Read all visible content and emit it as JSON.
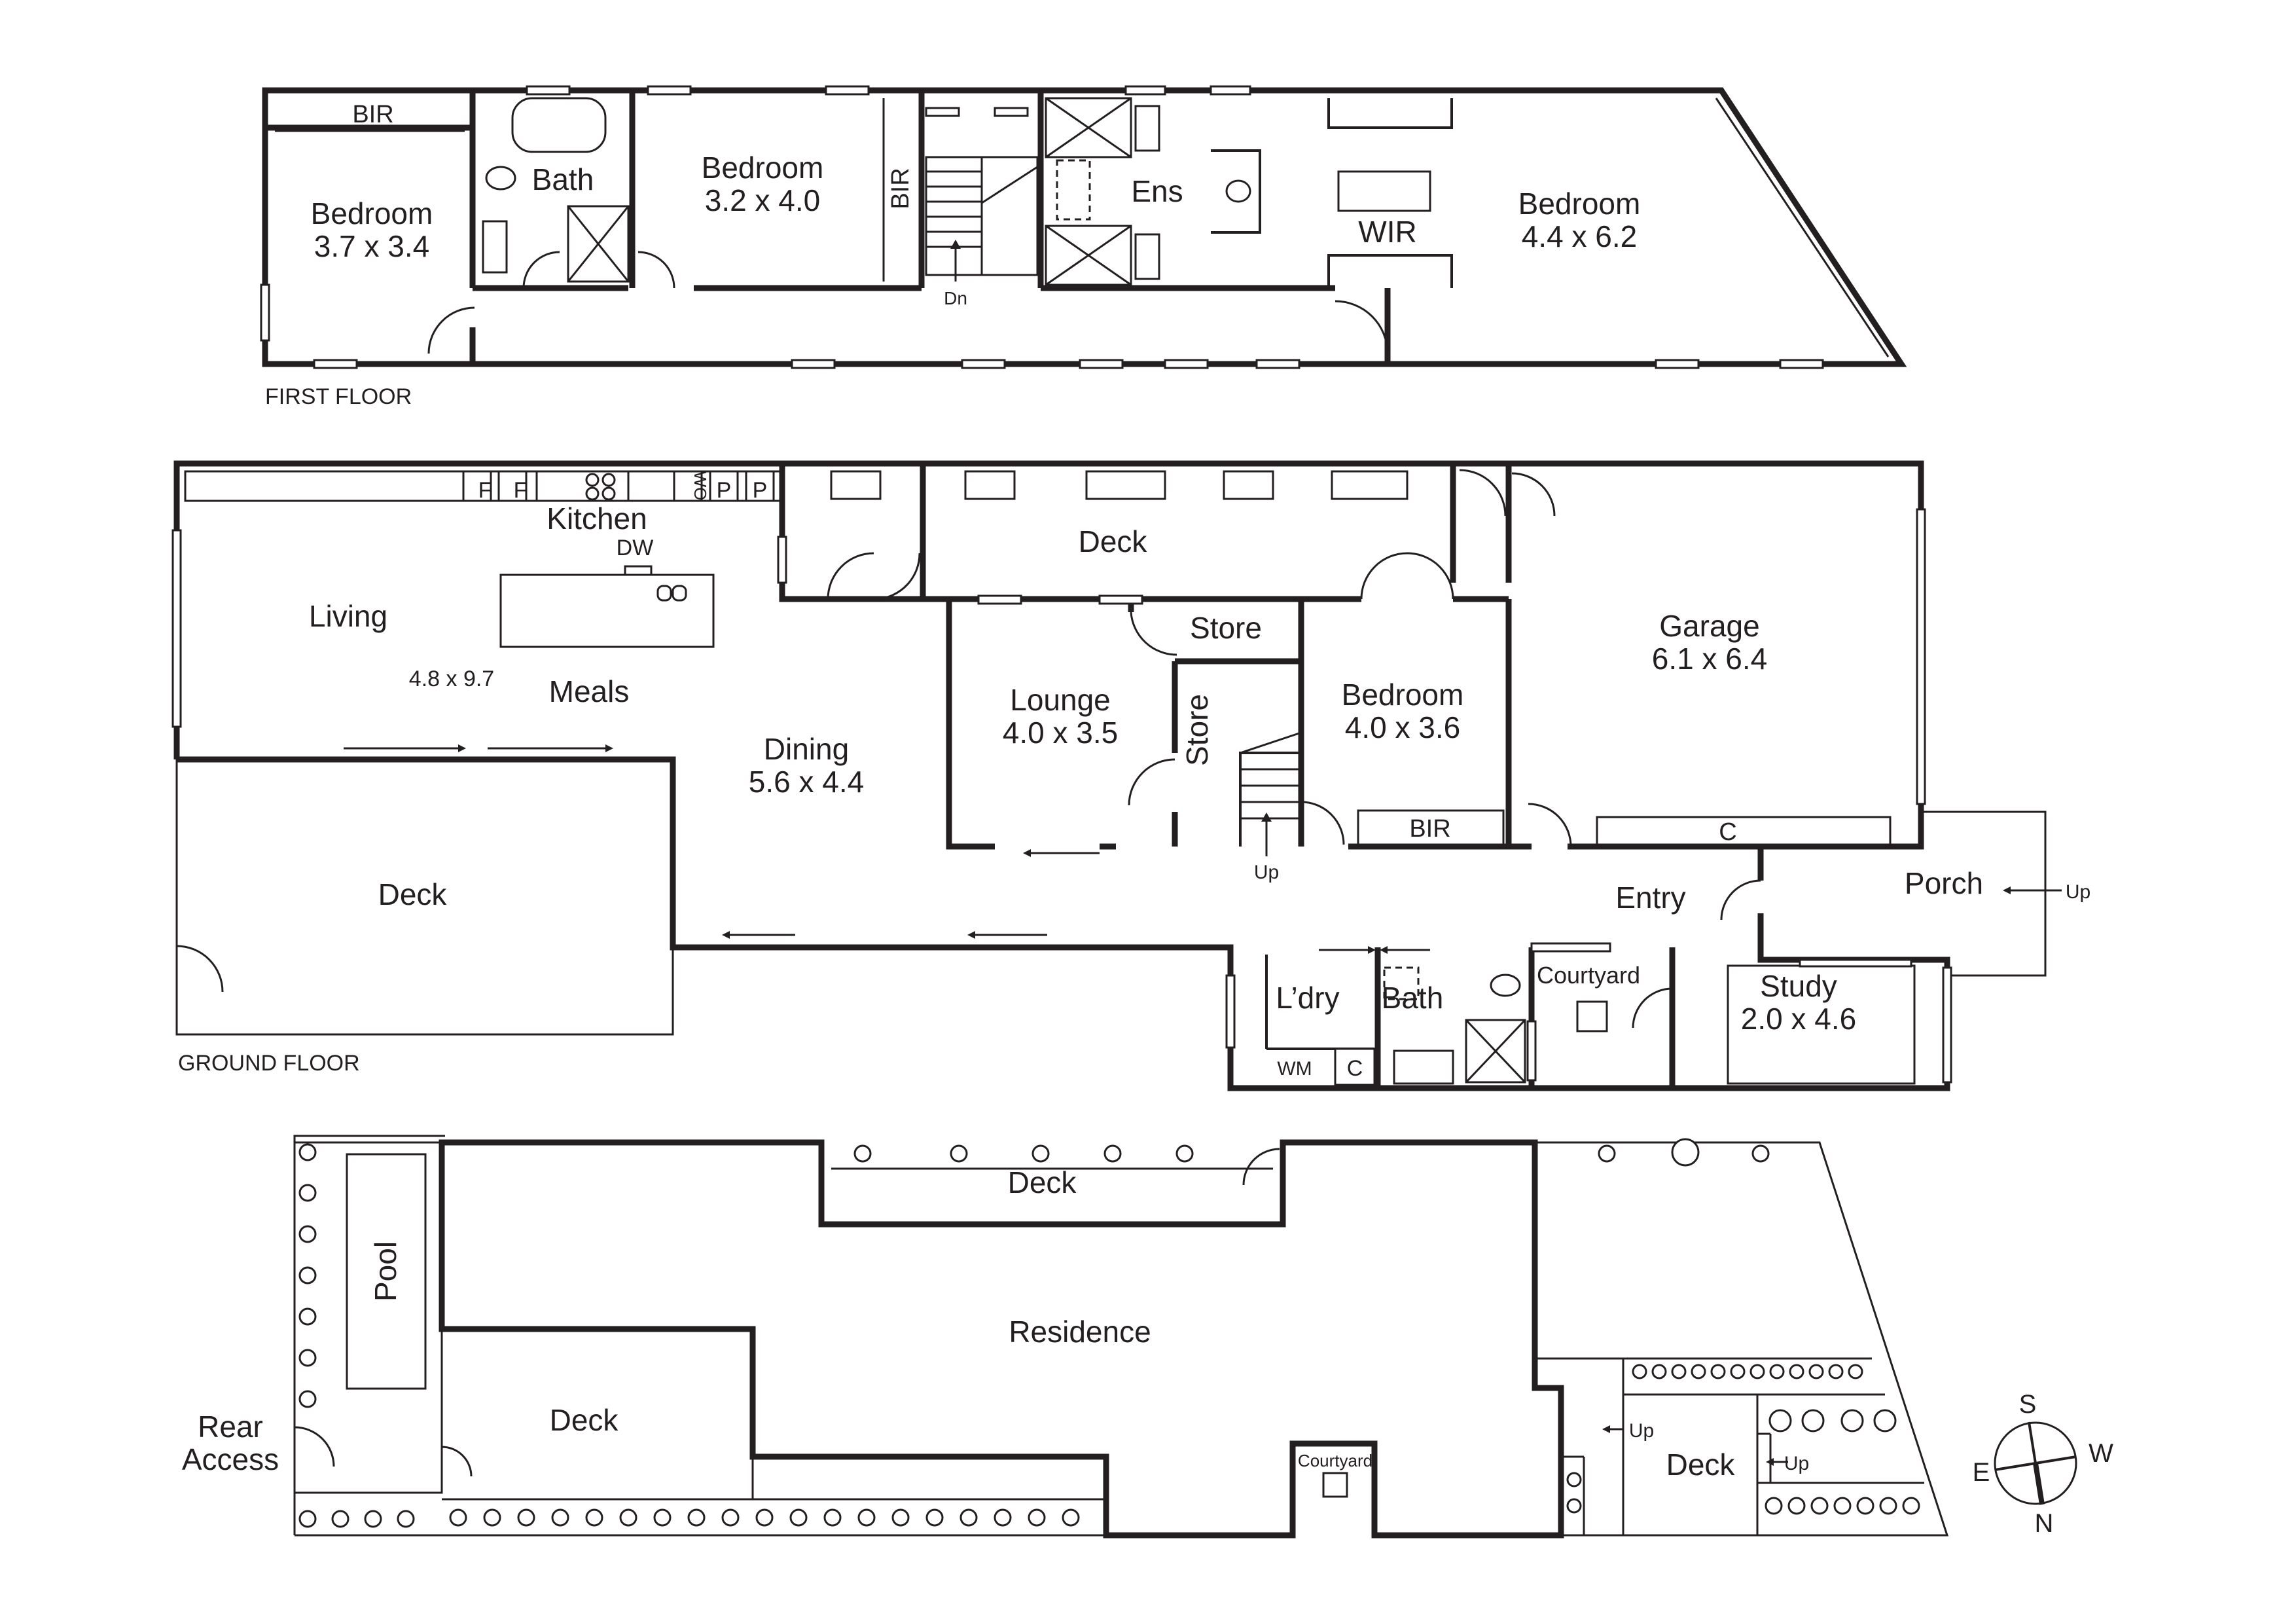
{
  "first_floor": {
    "caption": "FIRST FLOOR",
    "bedroom_left": {
      "name": "Bedroom",
      "size": "3.7 x 3.4"
    },
    "bir_top": "BIR",
    "bath": "Bath",
    "bedroom_mid": {
      "name": "Bedroom",
      "size": "3.2 x 4.0"
    },
    "bir_side": "BIR",
    "stairs_dn": "Dn",
    "ens": "Ens",
    "wir": "WIR",
    "bedroom_right": {
      "name": "Bedroom",
      "size": "4.4 x 6.2"
    }
  },
  "ground_floor": {
    "caption": "GROUND FLOOR",
    "appliances": [
      "F",
      "F",
      "WO",
      "P",
      "P"
    ],
    "kitchen": "Kitchen",
    "dw": "DW",
    "living": "Living",
    "living_size": "4.8 x 9.7",
    "meals": "Meals",
    "dining": {
      "name": "Dining",
      "size": "5.6 x 4.4"
    },
    "deck_top": "Deck",
    "deck_left": "Deck",
    "lounge": {
      "name": "Lounge",
      "size": "4.0 x 3.5"
    },
    "store_top": "Store",
    "store_side": "Store",
    "stairs_up": "Up",
    "bedroom": {
      "name": "Bedroom",
      "size": "4.0 x 3.6"
    },
    "bir": "BIR",
    "garage": {
      "name": "Garage",
      "size": "6.1 x 6.4"
    },
    "cupboard": "C",
    "entry": "Entry",
    "porch": "Porch",
    "porch_up": "Up",
    "laundry": "L’dry",
    "wm": "WM",
    "laundry_c": "C",
    "bath": "Bath",
    "courtyard": "Courtyard",
    "study": {
      "name": "Study",
      "size": "2.0 x 4.6"
    }
  },
  "site_plan": {
    "pool": "Pool",
    "rear_access": [
      "Rear",
      "Access"
    ],
    "deck_top": "Deck",
    "residence": "Residence",
    "deck_left": "Deck",
    "courtyard": "Courtyard",
    "deck_right": "Deck",
    "up_1": "Up",
    "up_2": "Up"
  },
  "compass": {
    "north": "N",
    "south": "S",
    "east": "E",
    "west": "W"
  }
}
